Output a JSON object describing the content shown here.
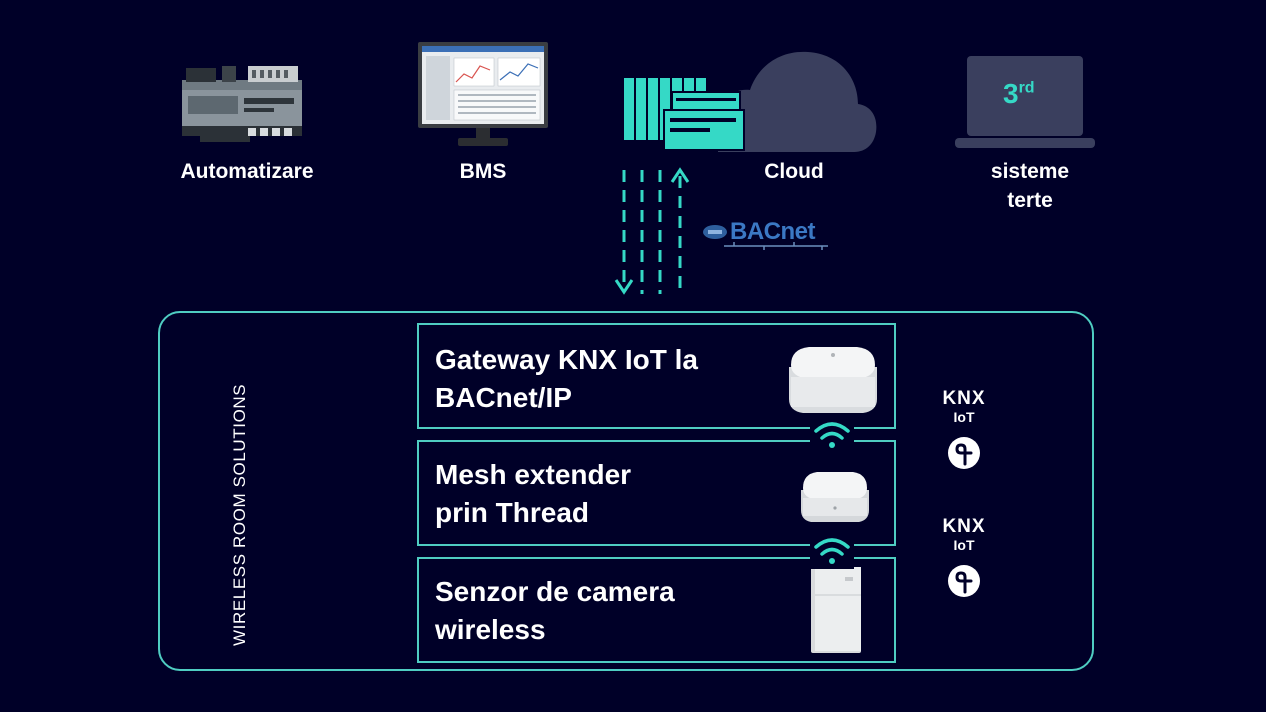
{
  "colors": {
    "background": "#000028",
    "accent": "#4fcdc2",
    "cloud": "#3a3f5e",
    "device_white": "#f2f2f2"
  },
  "top_systems": [
    {
      "label": "Automatizare",
      "icon": "controller-device-icon"
    },
    {
      "label": "BMS",
      "icon": "bms-monitor-icon"
    },
    {
      "label": "Cloud",
      "icon": "cloud-servers-icon"
    },
    {
      "label_line1": "sisteme",
      "label_line2": "terte",
      "icon": "laptop-icon",
      "laptop_text": "3",
      "laptop_sup": "rd"
    }
  ],
  "protocol": {
    "logo_text": "BACnet"
  },
  "panel": {
    "vertical_title": "WIRELESS ROOM SOLUTIONS",
    "cards": [
      {
        "line1": "Gateway KNX IoT la",
        "line2": "BACnet/IP",
        "icon": "gateway-device-icon"
      },
      {
        "line1": "Mesh extender",
        "line2": "prin Thread",
        "icon": "mesh-extender-icon"
      },
      {
        "line1": "Senzor de camera",
        "line2": "wireless",
        "icon": "room-sensor-icon"
      }
    ],
    "badges": [
      {
        "brand": "KNX",
        "sub": "IoT",
        "icon": "thread-icon"
      },
      {
        "brand": "KNX",
        "sub": "IoT",
        "icon": "thread-icon"
      }
    ]
  }
}
